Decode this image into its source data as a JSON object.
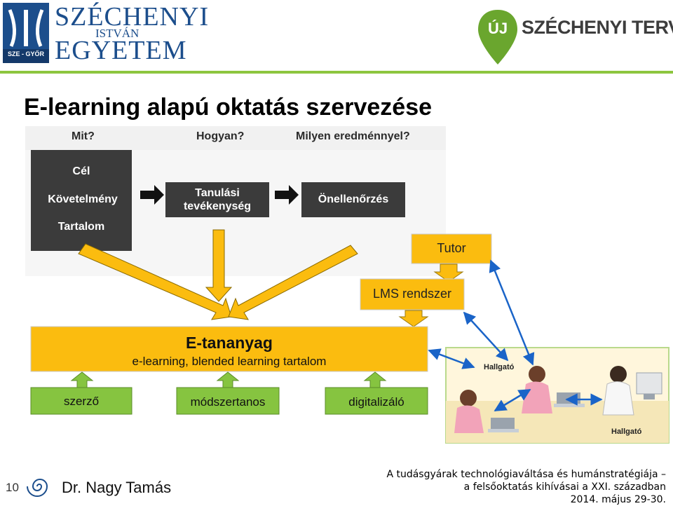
{
  "header": {
    "university": {
      "line1": "SZÉCHENYI",
      "line2": "ISTVÁN",
      "line3": "EGYETEM",
      "badge": "SZE - GYŐR"
    },
    "plan_logo": {
      "prefix": "ÚJ",
      "name": "SZÉCHENYI TERV"
    }
  },
  "title": "E-learning alapú oktatás szervezése",
  "diagram": {
    "questions": {
      "q1": "Mit?",
      "q2": "Hogyan?",
      "q3": "Milyen eredménnyel?"
    },
    "dark_box": {
      "line1": "Cél",
      "line2": "Követelmény",
      "line3": "Tartalom"
    },
    "learning_box": {
      "line1": "Tanulási",
      "line2": "tevékenység"
    },
    "self_check": "Önellenőrzés",
    "tutor": "Tutor",
    "lms": "LMS rendszer",
    "main_box": {
      "title": "E-tananyag",
      "subtitle": "e-learning, blended learning tartalom"
    },
    "roles": {
      "author": "szerző",
      "method": "módszertanos",
      "digitizer": "digitalizáló"
    },
    "students": {
      "label1": "Hallgató",
      "label2": "Hallgató"
    }
  },
  "colors": {
    "yellow": "#fbbc0f",
    "green": "#86c440",
    "dark": "#3b3b3b",
    "blue": "#1a64c8",
    "brand_blue": "#1c4e8c",
    "brand_green": "#8dc63f"
  },
  "footer": {
    "slide_number": "10",
    "author": "Dr. Nagy Tamás",
    "conf_line1": "A tudásgyárak technológiaváltása és humánstratégiája –",
    "conf_line2": "a felsőoktatás kihívásai a XXI. században",
    "conf_line3": "2014. május 29-30."
  }
}
